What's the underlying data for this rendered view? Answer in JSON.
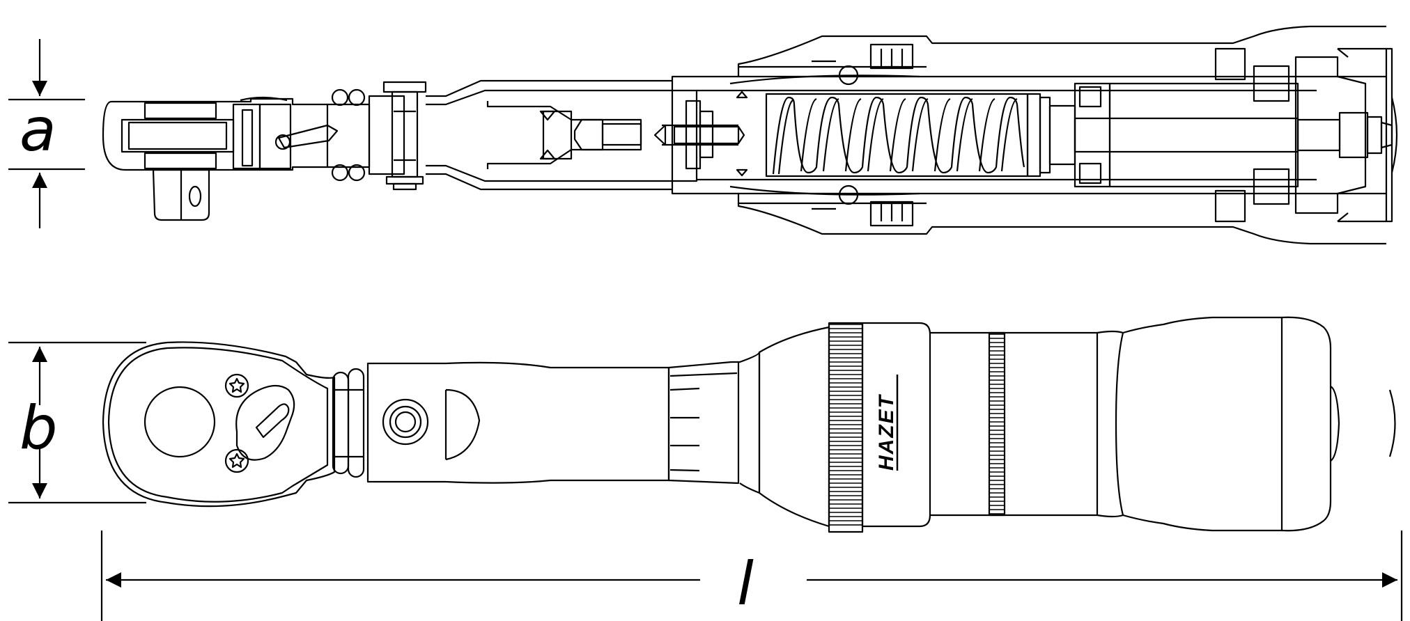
{
  "dimensions": {
    "a": "a",
    "b": "b",
    "l": "l"
  },
  "brand": "HAZET",
  "colors": {
    "line": "#000000",
    "background": "#ffffff"
  }
}
